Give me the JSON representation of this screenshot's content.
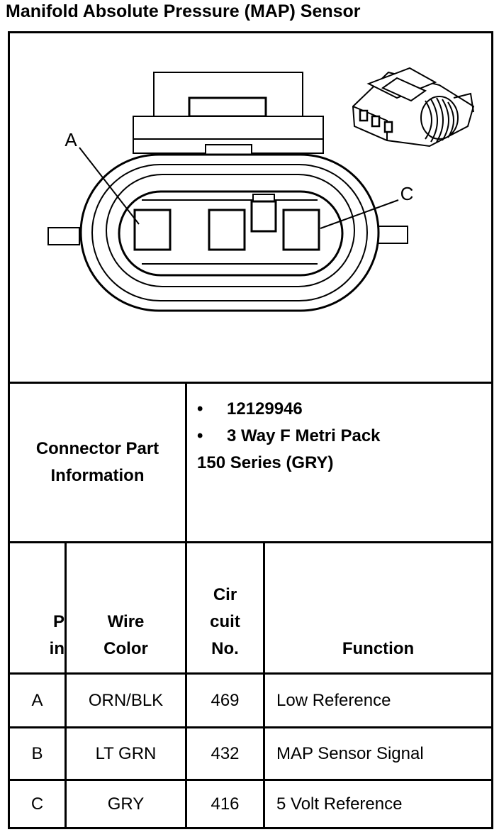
{
  "title": "Manifold Absolute Pressure (MAP) Sensor",
  "diagram": {
    "callout_a": "A",
    "callout_c": "C",
    "connector_icon": "connector-3-way-icon"
  },
  "connector_info": {
    "label_line1": "Connector Part",
    "label_line2": "Information",
    "bullets": [
      "12129946",
      "3 Way F Metri Pack"
    ],
    "continuation": "150 Series (GRY)"
  },
  "table": {
    "headers": {
      "pin": [
        "P",
        "in"
      ],
      "wire_color": [
        "Wire",
        "Color"
      ],
      "circuit": [
        "Cir",
        "cuit",
        "No."
      ],
      "function": "Function"
    },
    "rows": [
      {
        "pin": "A",
        "wire_color": "ORN/BLK",
        "circuit": "469",
        "function": "Low Reference"
      },
      {
        "pin": "B",
        "wire_color": "LT GRN",
        "circuit": "432",
        "function": "MAP Sensor Signal"
      },
      {
        "pin": "C",
        "wire_color": "GRY",
        "circuit": "416",
        "function": "5 Volt Reference"
      }
    ]
  }
}
